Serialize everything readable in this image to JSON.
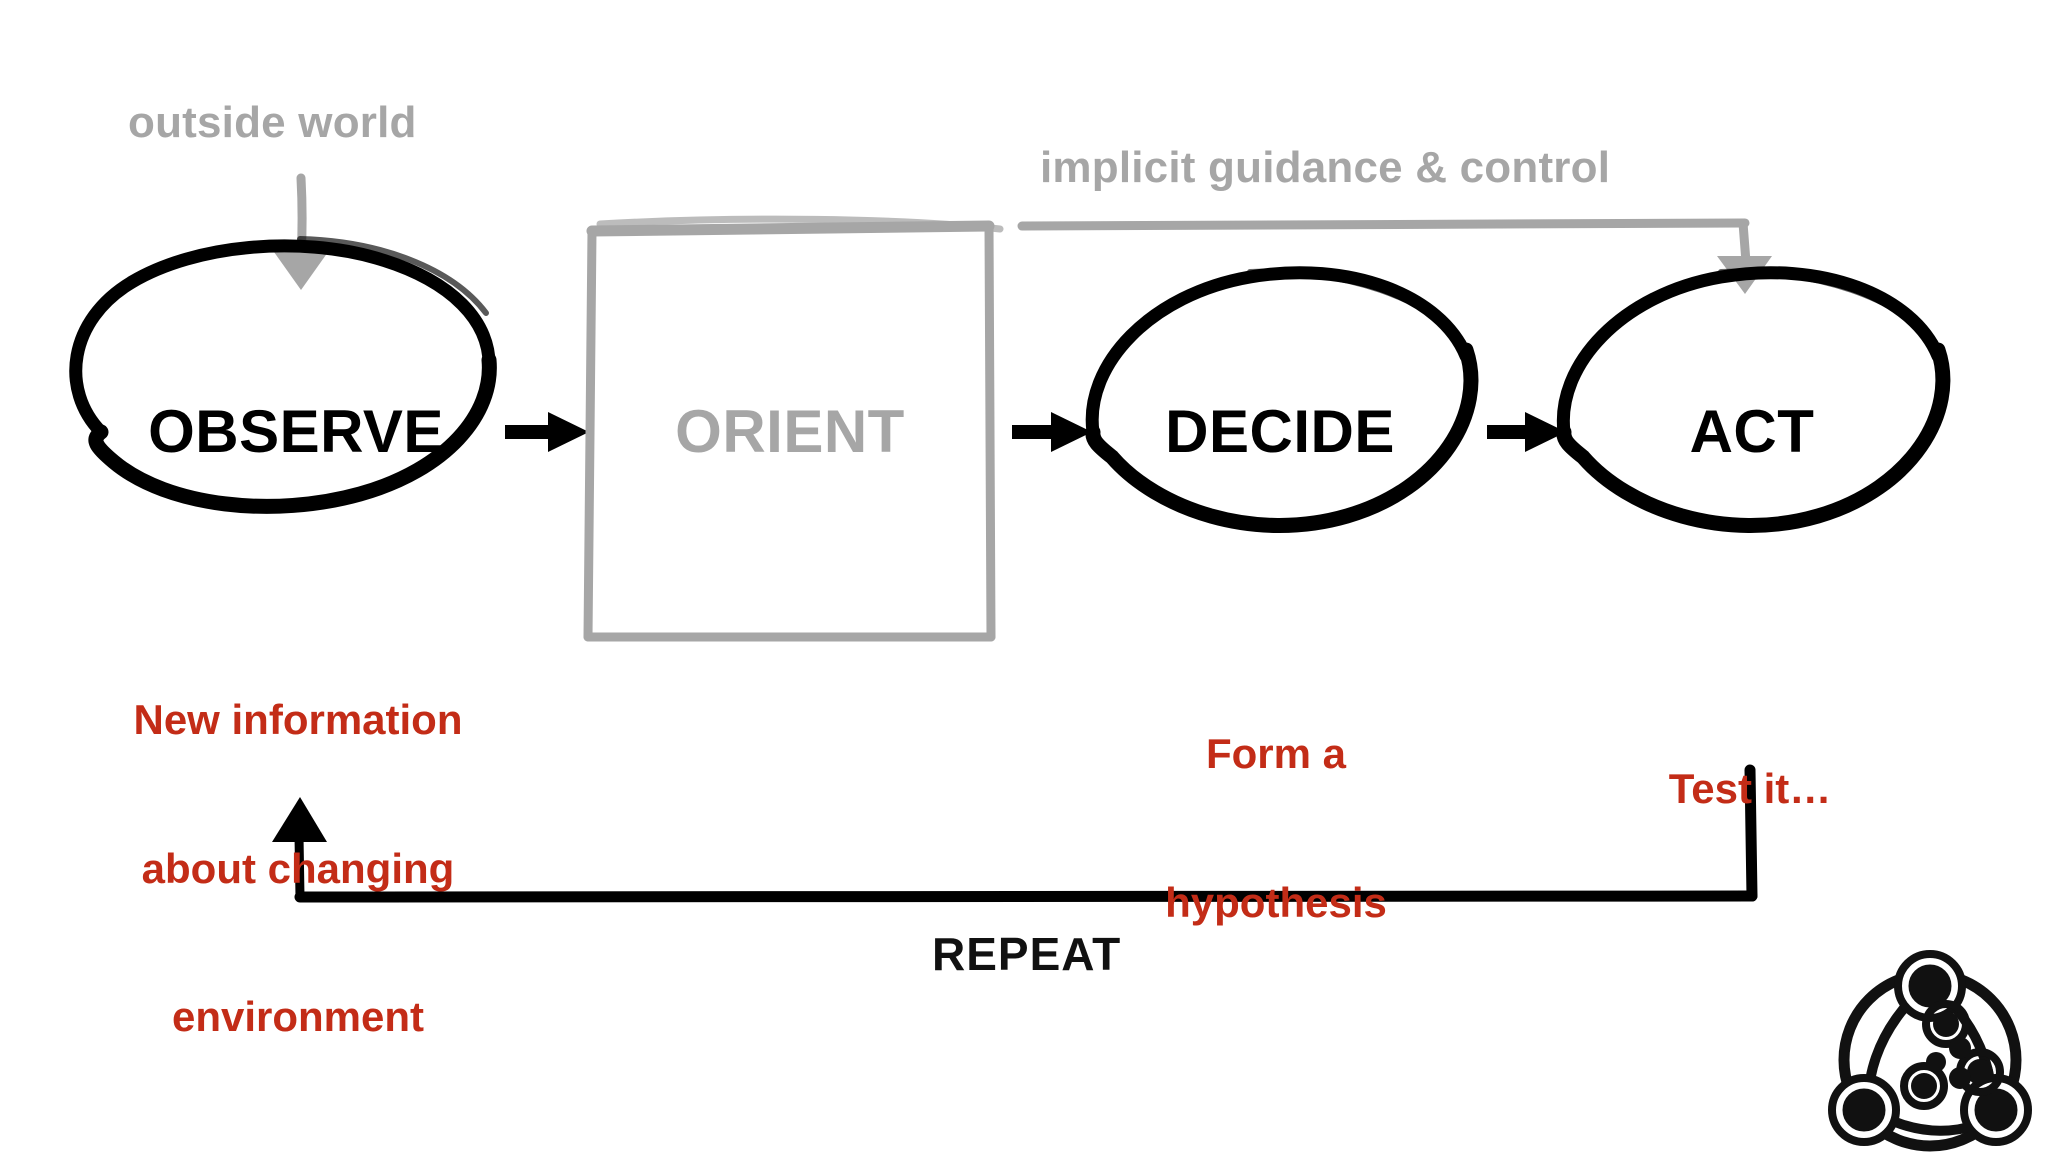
{
  "diagram": {
    "title": "OODA Loop",
    "colors": {
      "black": "#000000",
      "gray": "#a6a6a6",
      "red": "#c32c17",
      "background": "#ffffff"
    },
    "annotations": {
      "outside_world": "outside world",
      "implicit_guidance": "implicit guidance & control",
      "repeat": "REPEAT"
    },
    "nodes": [
      {
        "id": "observe",
        "label": "OBSERVE",
        "shape": "ellipse",
        "color": "#000000"
      },
      {
        "id": "orient",
        "label": "ORIENT",
        "shape": "rectangle",
        "color": "#a6a6a6"
      },
      {
        "id": "decide",
        "label": "DECIDE",
        "shape": "ellipse",
        "color": "#000000"
      },
      {
        "id": "act",
        "label": "ACT",
        "shape": "ellipse",
        "color": "#000000"
      }
    ],
    "notes": [
      {
        "id": "observe-note",
        "lines": [
          "New information",
          "about changing",
          "environment"
        ]
      },
      {
        "id": "decide-note",
        "lines": [
          "Form a",
          "hypothesis"
        ]
      },
      {
        "id": "act-note",
        "lines": [
          "Test it…"
        ]
      }
    ],
    "logo": {
      "name": "network-nodes-logo"
    }
  }
}
